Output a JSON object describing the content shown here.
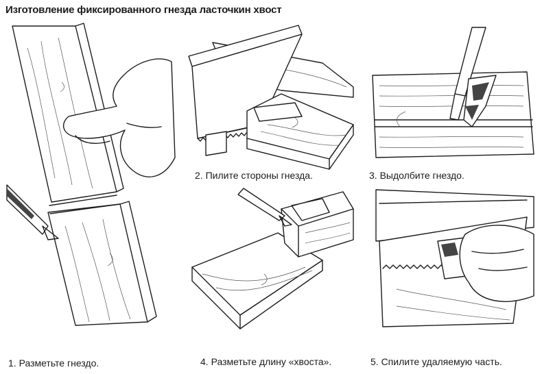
{
  "title": "Изготовление фиксированного гнезда ласточкин хвост",
  "steps": [
    {
      "label": "1. Разметьте гнездо."
    },
    {
      "label": "2. Пилите стороны гнезда."
    },
    {
      "label": "3. Выдолбите гнездо."
    },
    {
      "label": "4. Разметьте длину «хвоста»."
    },
    {
      "label": "5. Спилите удаляемую часть."
    }
  ]
}
